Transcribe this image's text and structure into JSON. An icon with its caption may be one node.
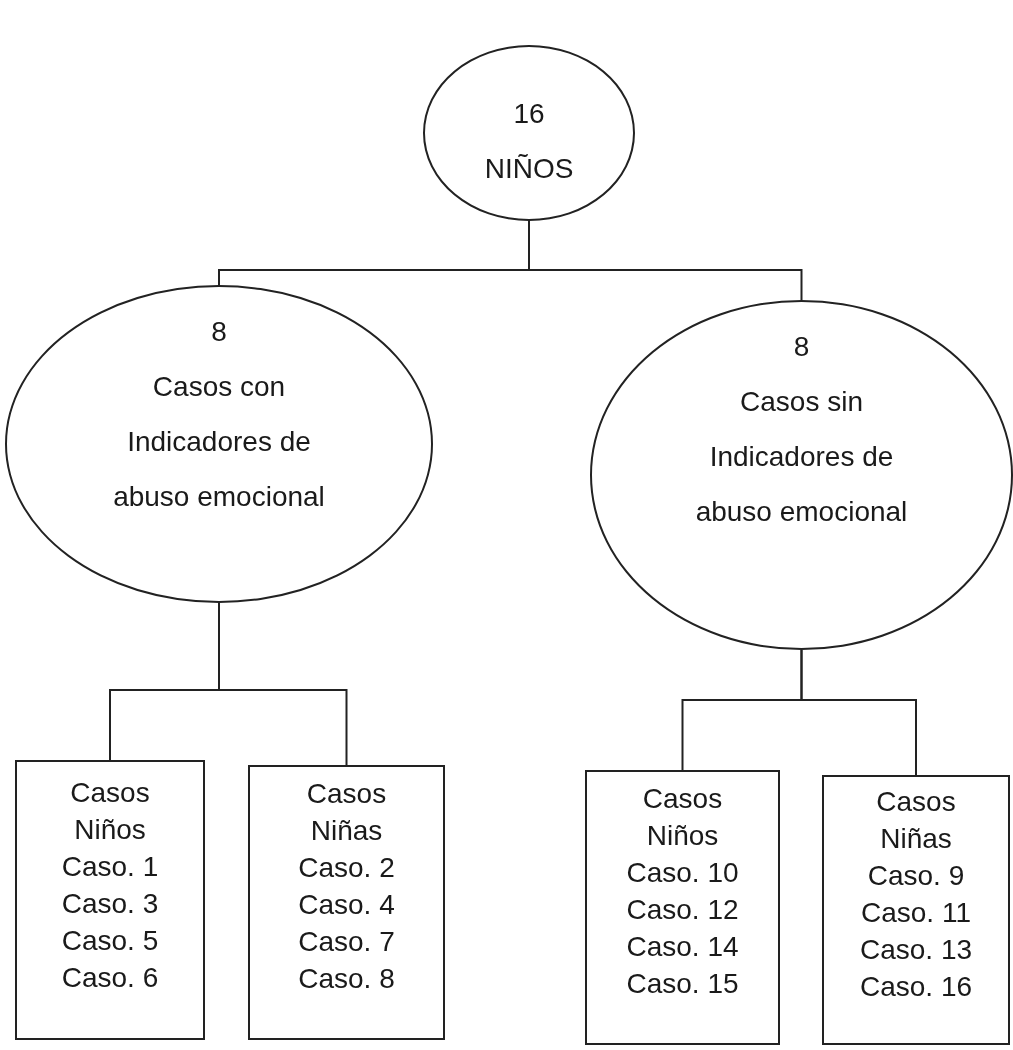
{
  "diagram": {
    "nodes": [
      {
        "text": [
          "16",
          "NIÑOS"
        ]
      },
      {
        "text": [
          "8",
          "Casos con Indicadores de abuso emocional"
        ]
      },
      {
        "text": [
          "8",
          "Casos sin Indicadores de abuso emocional"
        ]
      },
      {
        "text": [
          "Casos Niños",
          "Caso. 1",
          "Caso. 3",
          "Caso. 5",
          "Caso. 6"
        ]
      },
      {
        "text": [
          "Casos Niñas",
          "Caso. 2",
          "Caso. 4",
          "Caso. 7",
          "Caso. 8"
        ]
      },
      {
        "text": [
          "Casos Niños",
          "Caso. 10",
          "Caso. 12",
          "Caso. 14",
          "Caso. 15"
        ]
      },
      {
        "text": [
          "Casos Niñas",
          "Caso. 9",
          "Caso. 11",
          "Caso. 13",
          "Caso. 16"
        ]
      }
    ],
    "edges": [
      {
        "from": 0,
        "to": 1,
        "arrow": "none"
      },
      {
        "from": 0,
        "to": 2,
        "arrow": "none"
      },
      {
        "from": 1,
        "to": 3,
        "arrow": "none"
      },
      {
        "from": 1,
        "to": 4,
        "arrow": "none"
      },
      {
        "from": 2,
        "to": 5,
        "arrow": "none"
      },
      {
        "from": 2,
        "to": 6,
        "arrow": "none"
      }
    ]
  }
}
